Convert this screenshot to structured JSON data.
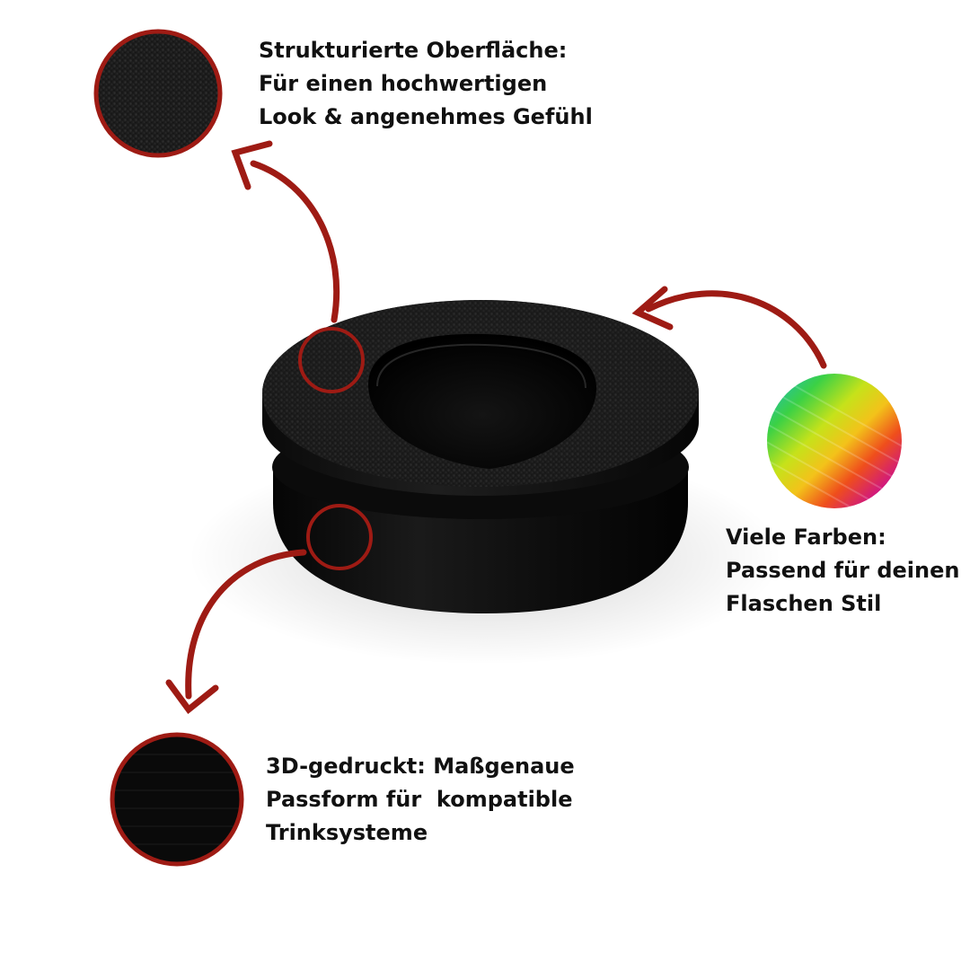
{
  "colors": {
    "accent": "#9e1b14",
    "product": "#0d0d0d",
    "text": "#111111",
    "background": "#ffffff"
  },
  "callouts": {
    "surface": {
      "lines": [
        "Strukturierte Oberfläche:",
        "Für einen hochwertigen",
        "Look & angenehmes Gefühl"
      ]
    },
    "colors": {
      "lines": [
        "Viele Farben:",
        "Passend für deinen",
        "Flaschen Stil"
      ]
    },
    "printed": {
      "lines": [
        "3D-gedruckt: Maßgenaue",
        "Passform für  kompatible",
        "Trinksysteme"
      ]
    }
  }
}
